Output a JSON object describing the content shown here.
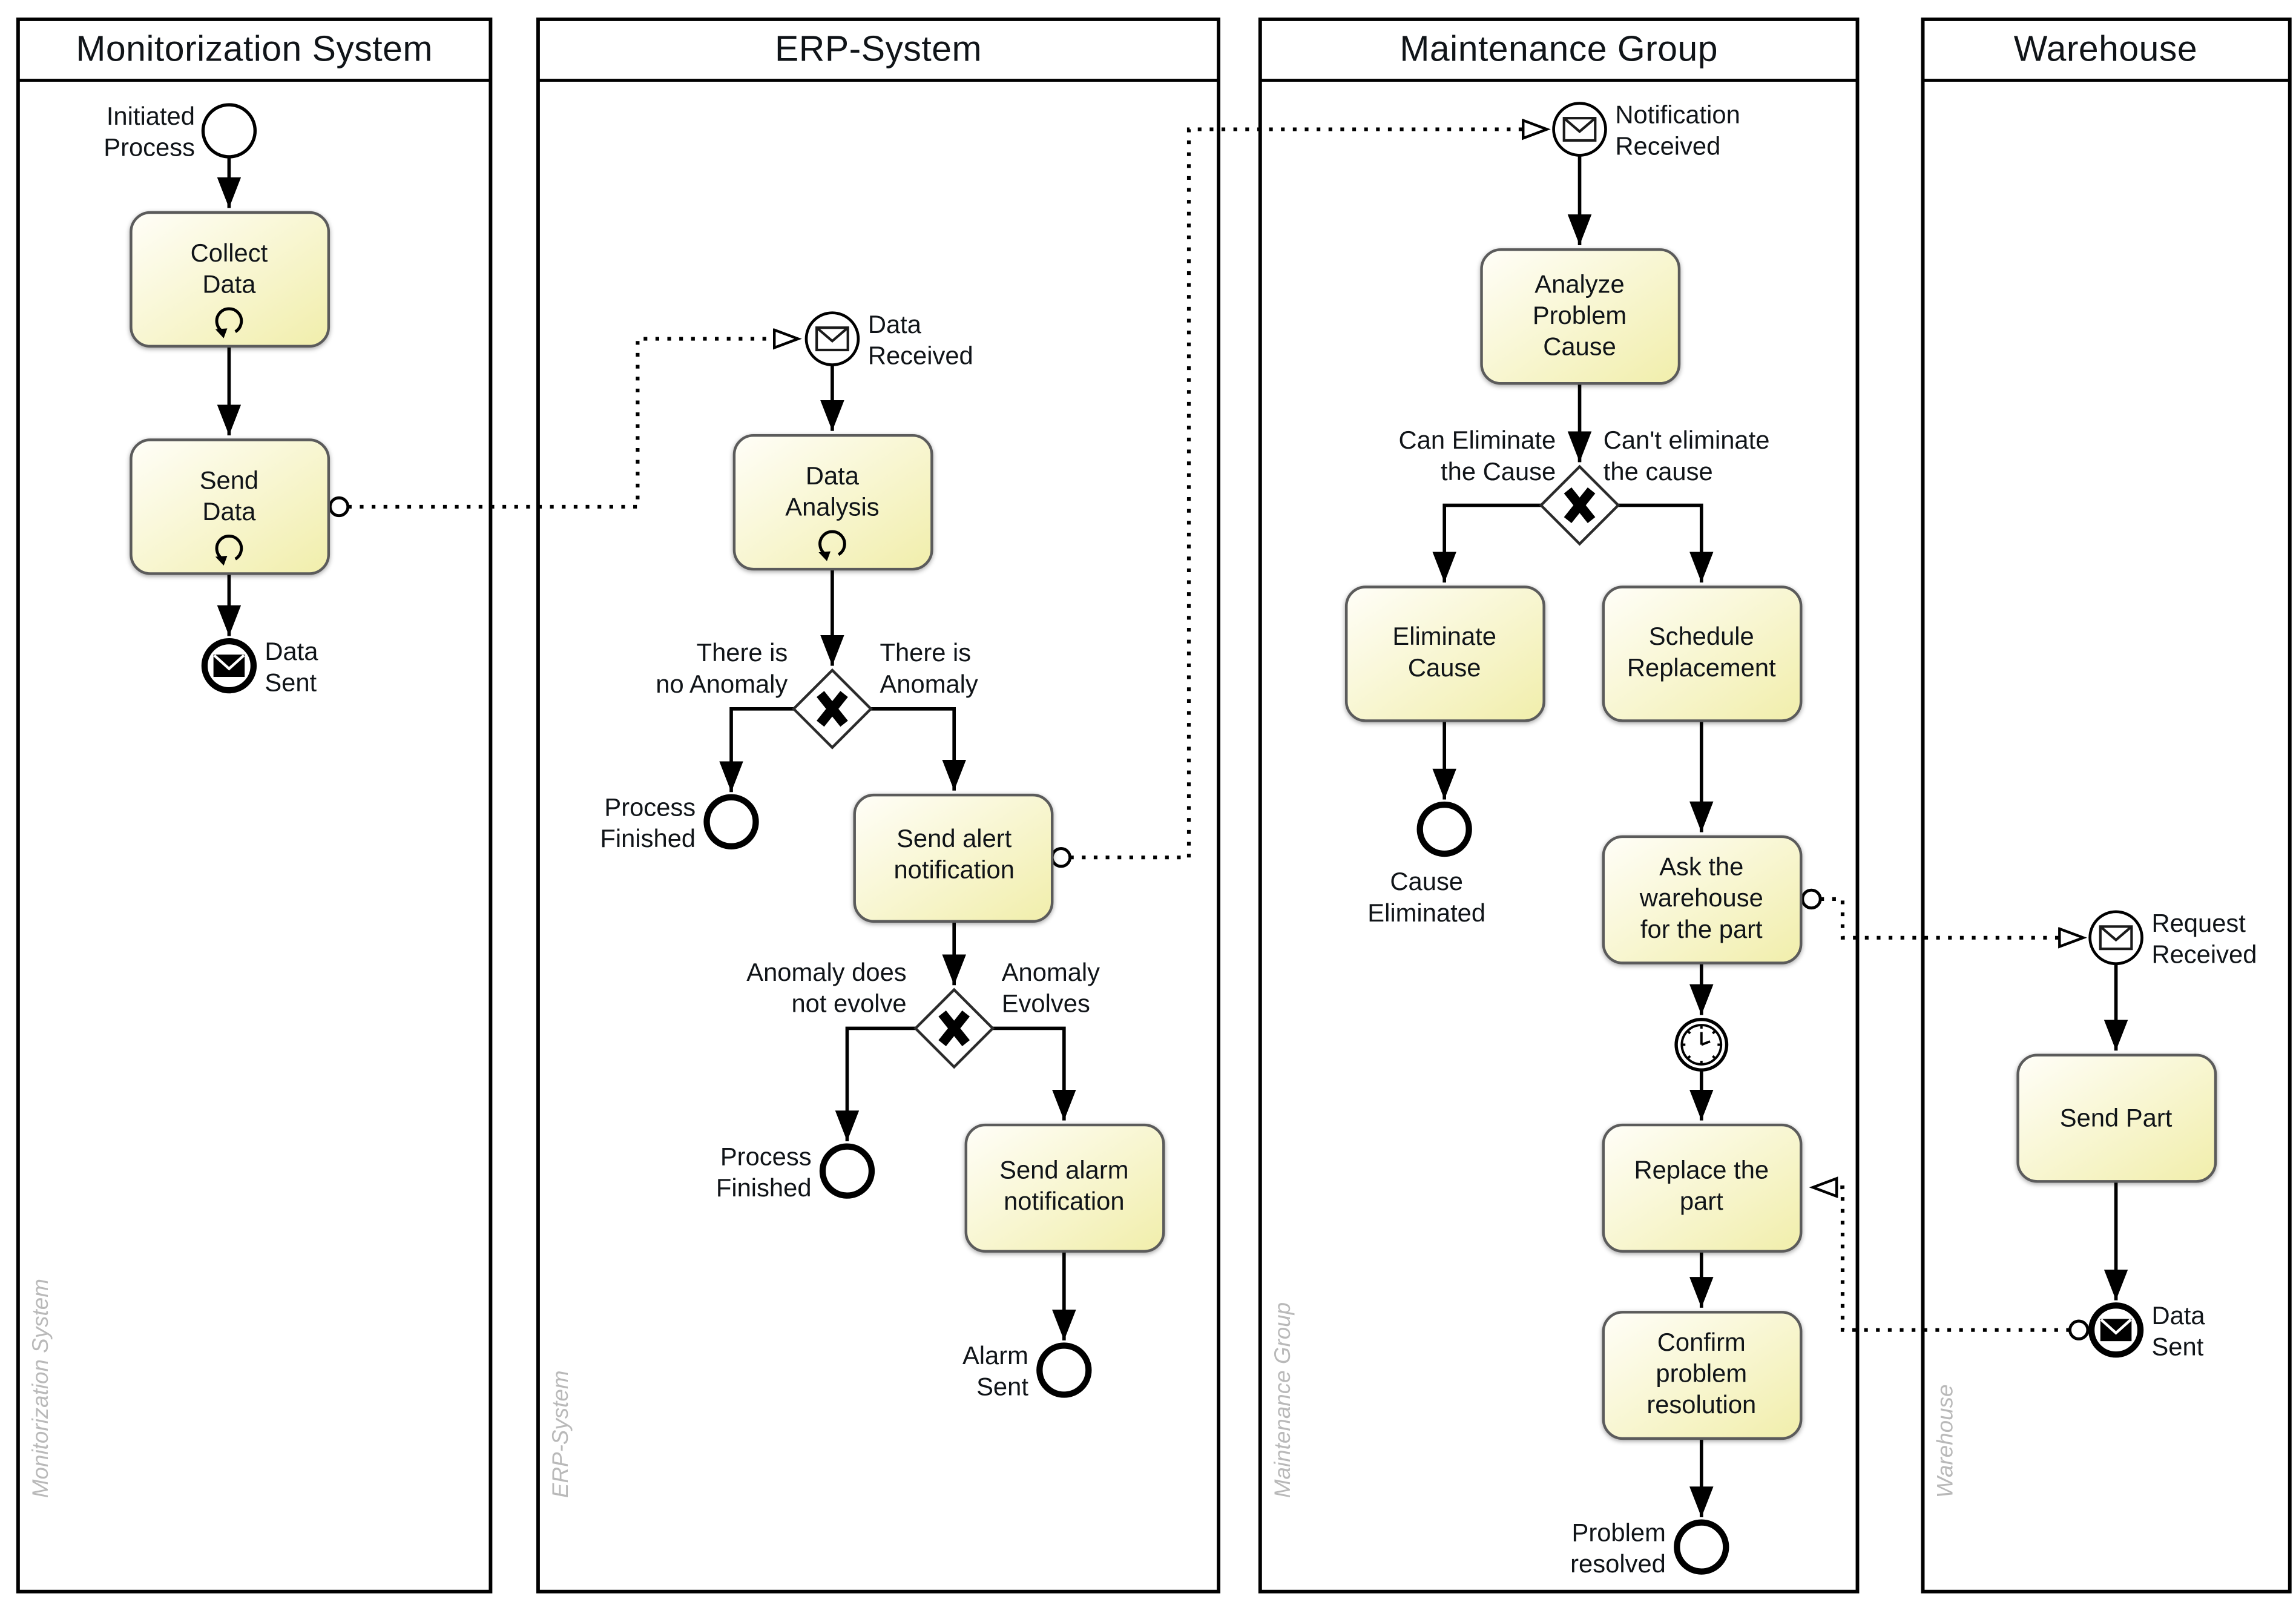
{
  "diagram_type": "BPMN collaboration diagram",
  "pools": [
    {
      "id": "monitorization",
      "title": "Monitorization System",
      "side_label": "Monitorization System"
    },
    {
      "id": "erp",
      "title": "ERP-System",
      "side_label": "ERP-System"
    },
    {
      "id": "maintenance",
      "title": "Maintenance Group",
      "side_label": "Maintenance Group"
    },
    {
      "id": "warehouse",
      "title": "Warehouse",
      "side_label": "Warehouse"
    }
  ],
  "nodes": {
    "initiated_process": {
      "type": "start-event",
      "label": [
        "Initiated",
        "Process"
      ]
    },
    "collect_data": {
      "type": "task-with-loop",
      "label": [
        "Collect",
        "Data"
      ]
    },
    "send_data": {
      "type": "task-with-loop",
      "label": [
        "Send",
        "Data"
      ]
    },
    "data_sent_monitor": {
      "type": "message-end-event",
      "label": [
        "Data",
        "Sent"
      ]
    },
    "data_received": {
      "type": "message-catch-event",
      "label": [
        "Data",
        "Received"
      ]
    },
    "data_analysis": {
      "type": "task-with-loop",
      "label": [
        "Data",
        "Analysis"
      ]
    },
    "anomaly_gateway": {
      "type": "xor-gateway"
    },
    "process_finished_1": {
      "type": "end-event",
      "label": [
        "Process",
        "Finished"
      ]
    },
    "send_alert": {
      "type": "task",
      "label": [
        "Send alert",
        "notification"
      ]
    },
    "evolve_gateway": {
      "type": "xor-gateway"
    },
    "process_finished_2": {
      "type": "end-event",
      "label": [
        "Process",
        "Finished"
      ]
    },
    "send_alarm": {
      "type": "task",
      "label": [
        "Send alarm",
        "notification"
      ]
    },
    "alarm_sent": {
      "type": "end-event",
      "label": [
        "Alarm",
        "Sent"
      ]
    },
    "notification_received": {
      "type": "message-catch-event",
      "label": [
        "Notification",
        "Received"
      ]
    },
    "analyze_problem_cause": {
      "type": "task",
      "label": [
        "Analyze",
        "Problem",
        "Cause"
      ]
    },
    "eliminate_gateway": {
      "type": "xor-gateway"
    },
    "eliminate_cause": {
      "type": "task",
      "label": [
        "Eliminate",
        "Cause"
      ]
    },
    "schedule_replacement": {
      "type": "task",
      "label": [
        "Schedule",
        "Replacement"
      ]
    },
    "cause_eliminated": {
      "type": "end-event",
      "label": [
        "Cause",
        "Eliminated"
      ]
    },
    "ask_warehouse": {
      "type": "task",
      "label": [
        "Ask the",
        "warehouse",
        "for the part"
      ]
    },
    "wait_timer": {
      "type": "timer-intermediate-event"
    },
    "replace_part": {
      "type": "task",
      "label": [
        "Replace the",
        "part"
      ]
    },
    "confirm_resolution": {
      "type": "task",
      "label": [
        "Confirm",
        "problem",
        "resolution"
      ]
    },
    "problem_resolved": {
      "type": "end-event",
      "label": [
        "Problem",
        "resolved"
      ]
    },
    "request_received": {
      "type": "message-catch-event",
      "label": [
        "Request",
        "Received"
      ]
    },
    "send_part": {
      "type": "task",
      "label": [
        "Send Part"
      ]
    },
    "data_sent_warehouse": {
      "type": "message-end-event",
      "label": [
        "Data",
        "Sent"
      ]
    }
  },
  "flow_labels": {
    "no_anomaly": [
      "There is",
      "no Anomaly"
    ],
    "anomaly": [
      "There is",
      "Anomaly"
    ],
    "not_evolve": [
      "Anomaly does",
      "not evolve"
    ],
    "evolves": [
      "Anomaly",
      "Evolves"
    ],
    "can_eliminate": [
      "Can Eliminate",
      "the Cause"
    ],
    "cant_eliminate": [
      "Can't eliminate",
      "the cause"
    ]
  },
  "icons": {
    "message": "envelope-icon",
    "timer": "clock-icon",
    "loop": "loop-arrow-icon",
    "xor": "x-gateway-icon"
  },
  "colors": {
    "task_fill_top": "#fffef8",
    "task_fill_bottom": "#f1eeab",
    "task_border": "#5b5b5b",
    "pool_border": "#000000",
    "flow_color": "#000000",
    "text_color": "#101418",
    "lane_label_color": "#b9b9b9",
    "background": "#ffffff"
  }
}
